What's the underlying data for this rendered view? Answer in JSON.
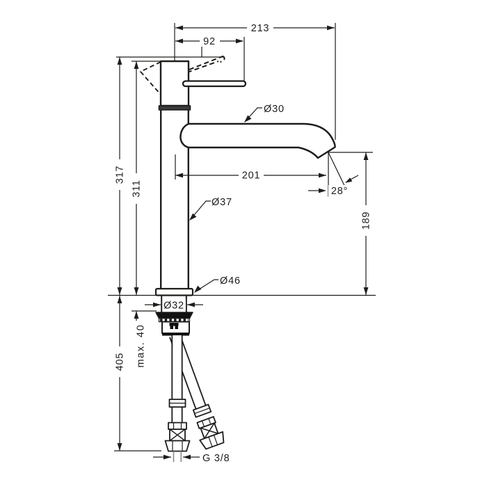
{
  "drawing": {
    "title": "faucet-technical-dimension-drawing",
    "line_color": "#1d1d1b",
    "background": "#ffffff",
    "labels": {
      "overall_depth": "213",
      "handle_length": "92",
      "height_max": "317",
      "height_to_cap": "311",
      "spout_reach": "201",
      "outlet_angle": "28°",
      "spout_height_above_deck": "189",
      "spout_diameter": "Ø30",
      "body_diameter": "Ø37",
      "base_diameter": "Ø46",
      "shank_diameter": "Ø32",
      "max_deck_thickness": "max. 40",
      "hose_length_below_deck": "405",
      "hose_thread": "G 3/8"
    }
  }
}
